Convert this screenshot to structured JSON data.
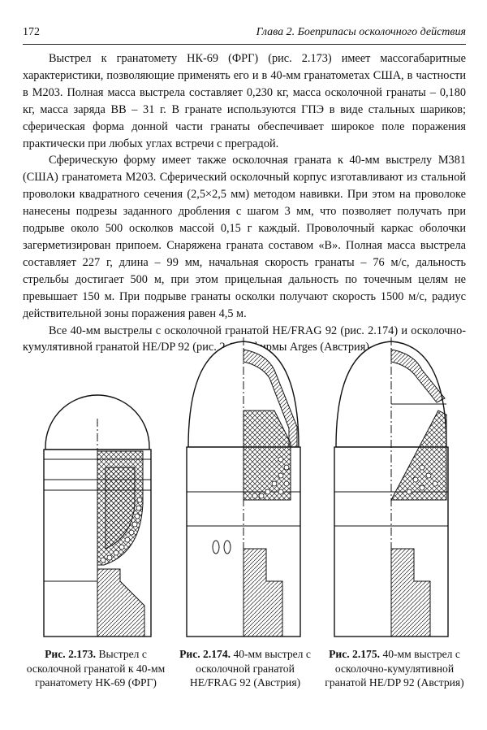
{
  "header": {
    "page_number": "172",
    "chapter_title": "Глава 2. Боеприпасы осколочного действия"
  },
  "body": {
    "paragraphs": [
      "Выстрел к гранатомету НК-69 (ФРГ) (рис. 2.173) имеет массогабаритные характеристики, позволяющие применять его и в 40-мм гранатометах США, в частности в М203. Полная масса выстрела составляет 0,230 кг, масса осколочной гранаты – 0,180 кг, масса заряда ВВ – 31 г. В гранате используются ГПЭ в виде стальных шариков; сферическая форма донной части гранаты обеспечивает широкое поле поражения практически при любых углах встречи с преградой.",
      "Сферическую форму имеет также осколочная граната к 40-мм выстрелу М381 (США) гранатомета М203. Сферический осколочный корпус изготавливают из стальной проволоки квадратного сечения (2,5×2,5 мм) методом навивки. При этом на проволоке нанесены подрезы заданного дробления с шагом 3 мм, что позволяет получать при подрыве около 500 осколков массой 0,15 г каждый. Проволочный каркас оболочки загерметизирован припоем. Снаряжена граната составом «В». Полная масса выстрела составляет 227 г, длина – 99 мм, начальная скорость гранаты – 76 м/с, дальность стрельбы достигает 500 м, при этом прицельная дальность по точечным целям не превышает 150 м. При подрыве гранаты осколки получают скорость 1500 м/с, радиус действительной зоны поражения равен 4,5 м.",
      "Все 40-мм выстрелы с осколочной гранатой HE/FRAG 92 (рис. 2.174) и осколочно-кумулятивной гранатой HE/DP 92 (рис. 2.175) фирмы Arges (Австрия)"
    ]
  },
  "figures": [
    {
      "label": "Рис. 2.173.",
      "caption": "Выстрел с осколочной гранатой к 40-мм гранатомету НК-69 (ФРГ)"
    },
    {
      "label": "Рис. 2.174.",
      "caption": "40-мм выстрел с осколочной гранатой HE/FRAG 92 (Австрия)"
    },
    {
      "label": "Рис. 2.175.",
      "caption": "40-мм выстрел с осколочно-кумулятивной гранатой HE/DP 92 (Австрия)"
    }
  ]
}
